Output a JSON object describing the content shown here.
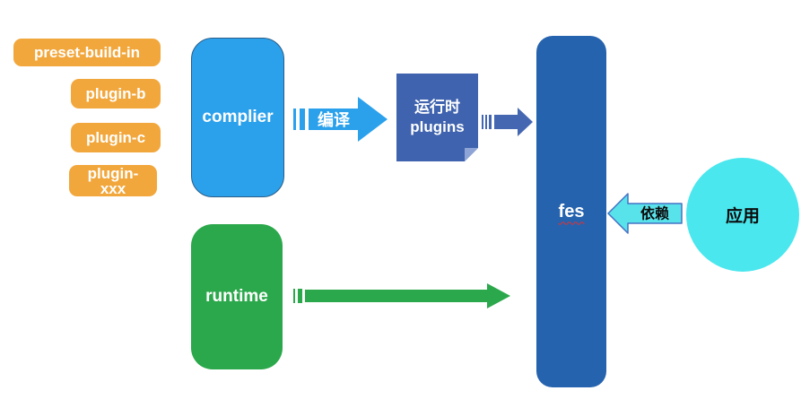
{
  "badges": [
    {
      "label": "preset-build-in"
    },
    {
      "label": "plugin-b"
    },
    {
      "label": "plugin-c"
    },
    {
      "label": "plugin-\nxxx"
    }
  ],
  "nodes": {
    "complier": "complier",
    "runtime_plugins": "运行时\nplugins",
    "fes": "fes",
    "runtime": "runtime",
    "app": "应用"
  },
  "arrows": {
    "compile_label": "编译",
    "depends_label": "依赖"
  },
  "colors": {
    "badge_orange": "#F2A73C",
    "sky_blue": "#2BA1EC",
    "note_blue": "#3F63AE",
    "note_fold": "#8EA4D6",
    "small_arrow_blue": "#4567B2",
    "fes_blue": "#2663AE",
    "green": "#2BA84B",
    "cyan_fill": "#58E3EB",
    "cyan_border": "#4472C4",
    "ellipse_cyan": "#4AE7EE"
  }
}
